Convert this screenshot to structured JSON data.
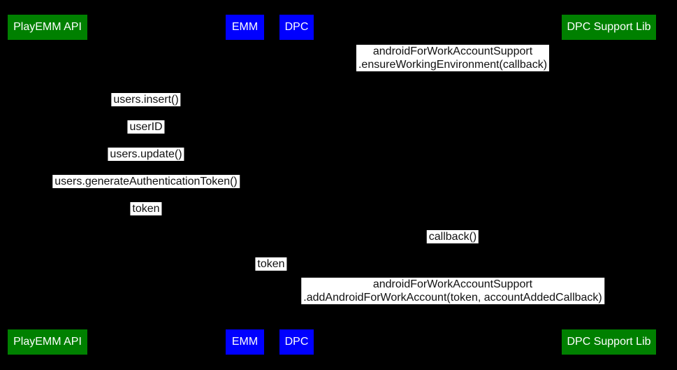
{
  "diagram_type": "sequence-diagram",
  "colors": {
    "background": "#000000",
    "actor_green": "#008000",
    "actor_blue": "#0000ff",
    "actor_text": "#ffffff",
    "message_label_bg": "#ffffff",
    "message_label_text": "#111111"
  },
  "actors": [
    {
      "label": "PlayEMM API",
      "color": "#008000"
    },
    {
      "label": "EMM",
      "color": "#0000ff"
    },
    {
      "label": "DPC",
      "color": "#0000ff"
    },
    {
      "label": "DPC Support Lib",
      "color": "#008000"
    }
  ],
  "messages": [
    {
      "from": "DPC",
      "to": "DPC Support Lib",
      "lines": [
        "androidForWorkAccountSupport",
        ".ensureWorkingEnvironment(callback)"
      ]
    },
    {
      "from": "EMM",
      "to": "PlayEMM API",
      "lines": [
        "users.insert()"
      ]
    },
    {
      "from": "PlayEMM API",
      "to": "EMM",
      "lines": [
        "userID"
      ]
    },
    {
      "from": "EMM",
      "to": "PlayEMM API",
      "lines": [
        "users.update()"
      ]
    },
    {
      "from": "EMM",
      "to": "PlayEMM API",
      "lines": [
        "users.generateAuthenticationToken()"
      ]
    },
    {
      "from": "PlayEMM API",
      "to": "EMM",
      "lines": [
        "token"
      ]
    },
    {
      "from": "DPC Support Lib",
      "to": "DPC",
      "lines": [
        "callback()"
      ]
    },
    {
      "from": "EMM",
      "to": "DPC",
      "lines": [
        "token"
      ]
    },
    {
      "from": "DPC",
      "to": "DPC Support Lib",
      "lines": [
        "androidForWorkAccountSupport",
        ".addAndroidForWorkAccount(token, accountAddedCallback)"
      ]
    }
  ]
}
